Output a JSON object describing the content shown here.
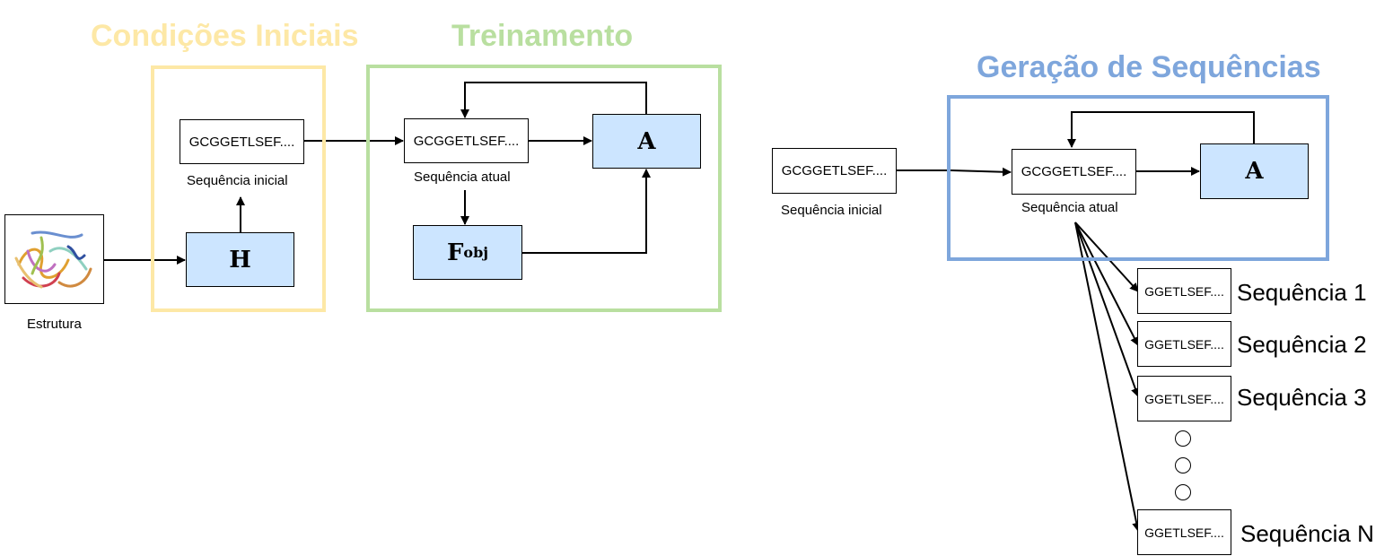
{
  "titles": {
    "initial": "Condições Iniciais",
    "training": "Treinamento",
    "generation": "Geração de Sequências"
  },
  "colors": {
    "initial": "#fde8a6",
    "training": "#b9dfa0",
    "generation": "#7ea6dc",
    "block_fill": "#cce5ff"
  },
  "structure": {
    "label": "Estrutura",
    "icon": "protein-structure-image"
  },
  "blocks": {
    "h": "H",
    "a": "A",
    "fobj_main": "F",
    "fobj_sub": "obj"
  },
  "sequences": {
    "initial_value": "GCGGETLSEF....",
    "initial_label": "Sequência inicial",
    "current_value": "GCGGETLSEF....",
    "current_label": "Sequência atual",
    "gen_initial_value": "GCGGETLSEF....",
    "gen_initial_label": "Sequência inicial",
    "gen_current_value": "GCGGETLSEF....",
    "gen_current_label": "Sequência atual"
  },
  "outputs": [
    {
      "value": "GGETLSEF....",
      "label": "Sequência 1"
    },
    {
      "value": "GGETLSEF....",
      "label": "Sequência 2"
    },
    {
      "value": "GGETLSEF....",
      "label": "Sequência 3"
    },
    {
      "value": "GGETLSEF....",
      "label": "Sequência N"
    }
  ]
}
